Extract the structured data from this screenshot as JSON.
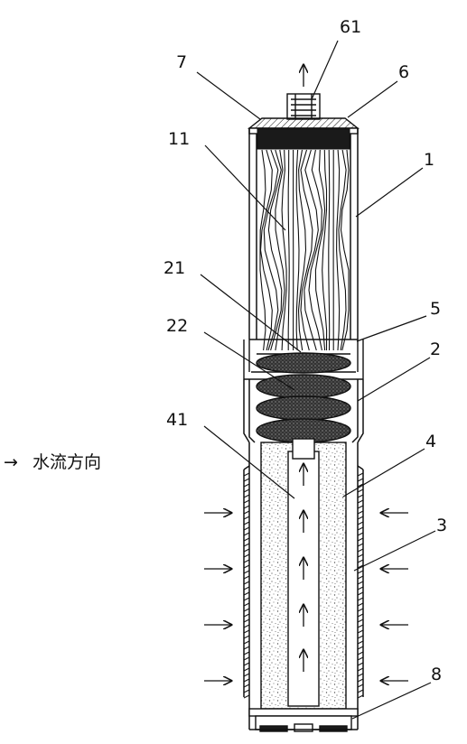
{
  "legend": {
    "arrow": "→",
    "text": "水流方向"
  },
  "labels": {
    "l61": "61",
    "l6": "6",
    "l7": "7",
    "l11": "11",
    "l1": "1",
    "l21": "21",
    "l5": "5",
    "l22": "22",
    "l2": "2",
    "l41": "41",
    "l4": "4",
    "l3": "3",
    "l8": "8"
  },
  "colors": {
    "line": "#111111",
    "fill_dark": "#1a1a1a",
    "sand": "#888888"
  }
}
